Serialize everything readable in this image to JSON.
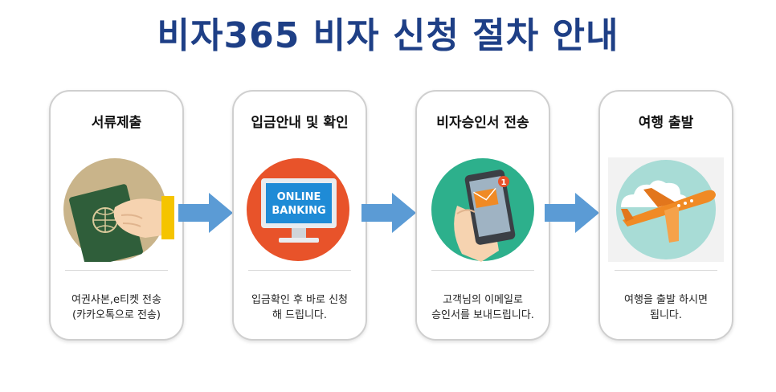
{
  "title": "비자365 비자 신청 절차 안내",
  "steps": [
    {
      "title": "서류제출",
      "desc": [
        "여권사본,e티켓 전송",
        "(카카오톡으로 전송)"
      ],
      "icon": "passport-hand-icon"
    },
    {
      "title": "입금안내 및 확인",
      "desc": [
        "입금확인 후 바로 신청",
        "해 드립니다."
      ],
      "icon": "online-banking-monitor-icon",
      "screen_text": [
        "ONLINE",
        "BANKING"
      ]
    },
    {
      "title": "비자승인서 전송",
      "desc": [
        "고객님의 이메일로",
        "승인서를 보내드립니다."
      ],
      "icon": "phone-email-notification-icon",
      "badge": "1"
    },
    {
      "title": "여행 출발",
      "desc": [
        "여행을 출발 하시면",
        "됩니다."
      ],
      "icon": "airplane-cloud-icon"
    }
  ],
  "colors": {
    "title": "#1e3f86",
    "arrow": "#5b9bd5",
    "card_border": "#cfcfcf",
    "step1_circle": "#c9b48a",
    "step2_circle": "#e8532a",
    "step3_circle": "#2db08c",
    "step4_circle": "#a8dcd6"
  }
}
